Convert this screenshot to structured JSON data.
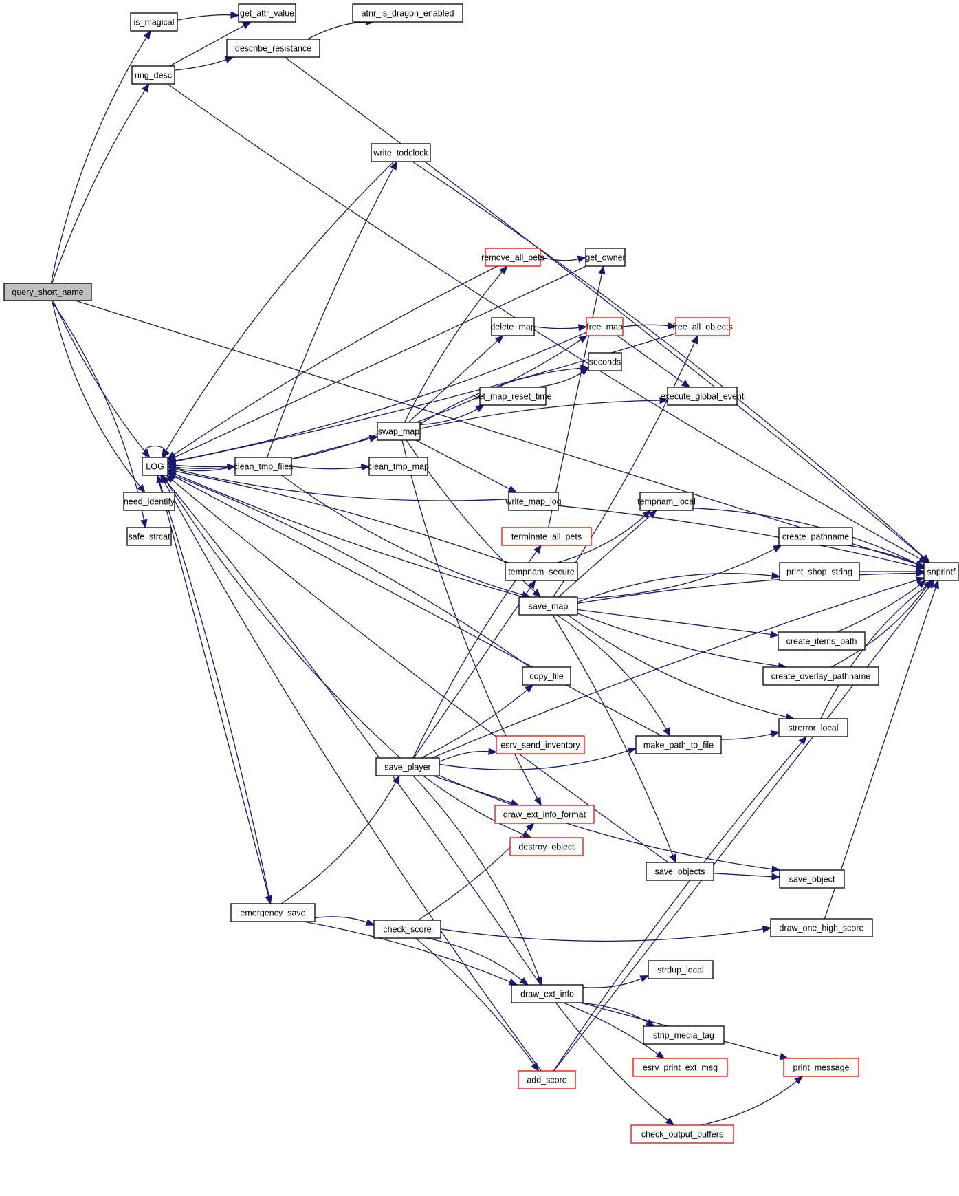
{
  "diagram": {
    "type": "call-graph",
    "root": "query_short_name",
    "colors": {
      "edge": "#191970",
      "node_border": "#000000",
      "incomplete_border": "#ff0000",
      "root_fill": "#bfbfbf"
    },
    "nodes": [
      {
        "id": "query_short_name",
        "label": "query_short_name",
        "style": "root"
      },
      {
        "id": "is_magical",
        "label": "is_magical",
        "style": "normal"
      },
      {
        "id": "get_attr_value",
        "label": "get_attr_value",
        "style": "normal"
      },
      {
        "id": "atnr_is_dragon_enabled",
        "label": "atnr_is_dragon_enabled",
        "style": "normal"
      },
      {
        "id": "ring_desc",
        "label": "ring_desc",
        "style": "normal"
      },
      {
        "id": "describe_resistance",
        "label": "describe_resistance",
        "style": "normal"
      },
      {
        "id": "write_todclock",
        "label": "write_todclock",
        "style": "normal"
      },
      {
        "id": "remove_all_pets",
        "label": "remove_all_pets",
        "style": "red"
      },
      {
        "id": "get_owner",
        "label": "get_owner",
        "style": "normal"
      },
      {
        "id": "delete_map",
        "label": "delete_map",
        "style": "normal"
      },
      {
        "id": "free_map",
        "label": "free_map",
        "style": "red"
      },
      {
        "id": "free_all_objects",
        "label": "free_all_objects",
        "style": "red"
      },
      {
        "id": "seconds",
        "label": "seconds",
        "style": "normal"
      },
      {
        "id": "set_map_reset_time",
        "label": "set_map_reset_time",
        "style": "normal"
      },
      {
        "id": "execute_global_event",
        "label": "execute_global_event",
        "style": "normal"
      },
      {
        "id": "swap_map",
        "label": "swap_map",
        "style": "normal"
      },
      {
        "id": "LOG",
        "label": "LOG",
        "style": "normal"
      },
      {
        "id": "clean_tmp_files",
        "label": "clean_tmp_files",
        "style": "normal"
      },
      {
        "id": "clean_tmp_map",
        "label": "clean_tmp_map",
        "style": "normal"
      },
      {
        "id": "need_identify",
        "label": "need_identify",
        "style": "normal"
      },
      {
        "id": "write_map_log",
        "label": "write_map_log",
        "style": "normal"
      },
      {
        "id": "tempnam_local",
        "label": "tempnam_local",
        "style": "normal"
      },
      {
        "id": "safe_strcat",
        "label": "safe_strcat",
        "style": "normal"
      },
      {
        "id": "terminate_all_pets",
        "label": "terminate_all_pets",
        "style": "red"
      },
      {
        "id": "create_pathname",
        "label": "create_pathname",
        "style": "normal"
      },
      {
        "id": "tempnam_secure",
        "label": "tempnam_secure",
        "style": "normal"
      },
      {
        "id": "print_shop_string",
        "label": "print_shop_string",
        "style": "normal"
      },
      {
        "id": "snprintf",
        "label": "snprintf",
        "style": "normal"
      },
      {
        "id": "save_map",
        "label": "save_map",
        "style": "normal"
      },
      {
        "id": "create_items_path",
        "label": "create_items_path",
        "style": "normal"
      },
      {
        "id": "copy_file",
        "label": "copy_file",
        "style": "normal"
      },
      {
        "id": "create_overlay_pathname",
        "label": "create_overlay_pathname",
        "style": "normal"
      },
      {
        "id": "strerror_local",
        "label": "strerror_local",
        "style": "normal"
      },
      {
        "id": "esrv_send_inventory",
        "label": "esrv_send_inventory",
        "style": "red"
      },
      {
        "id": "make_path_to_file",
        "label": "make_path_to_file",
        "style": "normal"
      },
      {
        "id": "save_player",
        "label": "save_player",
        "style": "normal"
      },
      {
        "id": "draw_ext_info_format",
        "label": "draw_ext_info_format",
        "style": "red"
      },
      {
        "id": "destroy_object",
        "label": "destroy_object",
        "style": "red"
      },
      {
        "id": "save_objects",
        "label": "save_objects",
        "style": "normal"
      },
      {
        "id": "save_object",
        "label": "save_object",
        "style": "normal"
      },
      {
        "id": "emergency_save",
        "label": "emergency_save",
        "style": "normal"
      },
      {
        "id": "check_score",
        "label": "check_score",
        "style": "normal"
      },
      {
        "id": "draw_one_high_score",
        "label": "draw_one_high_score",
        "style": "normal"
      },
      {
        "id": "strdup_local",
        "label": "strdup_local",
        "style": "normal"
      },
      {
        "id": "draw_ext_info",
        "label": "draw_ext_info",
        "style": "normal"
      },
      {
        "id": "strip_media_tag",
        "label": "strip_media_tag",
        "style": "normal"
      },
      {
        "id": "esrv_print_ext_msg",
        "label": "esrv_print_ext_msg",
        "style": "red"
      },
      {
        "id": "print_message",
        "label": "print_message",
        "style": "red"
      },
      {
        "id": "add_score",
        "label": "add_score",
        "style": "red"
      },
      {
        "id": "check_output_buffers",
        "label": "check_output_buffers",
        "style": "red"
      }
    ],
    "edges": [
      [
        "query_short_name",
        "is_magical"
      ],
      [
        "query_short_name",
        "ring_desc"
      ],
      [
        "query_short_name",
        "snprintf"
      ],
      [
        "query_short_name",
        "LOG"
      ],
      [
        "query_short_name",
        "need_identify"
      ],
      [
        "query_short_name",
        "safe_strcat"
      ],
      [
        "is_magical",
        "get_attr_value"
      ],
      [
        "ring_desc",
        "get_attr_value"
      ],
      [
        "ring_desc",
        "describe_resistance"
      ],
      [
        "ring_desc",
        "snprintf"
      ],
      [
        "describe_resistance",
        "atnr_is_dragon_enabled"
      ],
      [
        "describe_resistance",
        "snprintf"
      ],
      [
        "LOG",
        "LOG"
      ],
      [
        "LOG",
        "clean_tmp_files"
      ],
      [
        "write_todclock",
        "LOG"
      ],
      [
        "write_todclock",
        "snprintf"
      ],
      [
        "free_all_objects",
        "LOG"
      ],
      [
        "get_owner",
        "LOG"
      ],
      [
        "remove_all_pets",
        "LOG"
      ],
      [
        "remove_all_pets",
        "get_owner"
      ],
      [
        "free_map",
        "LOG"
      ],
      [
        "free_map",
        "free_all_objects"
      ],
      [
        "free_map",
        "execute_global_event"
      ],
      [
        "delete_map",
        "free_map"
      ],
      [
        "set_map_reset_time",
        "seconds"
      ],
      [
        "swap_map",
        "LOG"
      ],
      [
        "swap_map",
        "remove_all_pets"
      ],
      [
        "swap_map",
        "delete_map"
      ],
      [
        "swap_map",
        "free_map"
      ],
      [
        "swap_map",
        "set_map_reset_time"
      ],
      [
        "swap_map",
        "seconds"
      ],
      [
        "swap_map",
        "execute_global_event"
      ],
      [
        "swap_map",
        "write_map_log"
      ],
      [
        "swap_map",
        "save_map"
      ],
      [
        "swap_map",
        "draw_ext_info_format"
      ],
      [
        "clean_tmp_files",
        "LOG"
      ],
      [
        "clean_tmp_files",
        "write_todclock"
      ],
      [
        "clean_tmp_files",
        "swap_map"
      ],
      [
        "clean_tmp_files",
        "clean_tmp_map"
      ],
      [
        "clean_tmp_files",
        "save_map"
      ],
      [
        "write_map_log",
        "LOG"
      ],
      [
        "write_map_log",
        "snprintf"
      ],
      [
        "terminate_all_pets",
        "get_owner"
      ],
      [
        "tempnam_secure",
        "LOG"
      ],
      [
        "tempnam_secure",
        "tempnam_local"
      ],
      [
        "tempnam_local",
        "snprintf"
      ],
      [
        "create_pathname",
        "snprintf"
      ],
      [
        "print_shop_string",
        "snprintf"
      ],
      [
        "create_items_path",
        "snprintf"
      ],
      [
        "create_overlay_pathname",
        "snprintf"
      ],
      [
        "strerror_local",
        "snprintf"
      ],
      [
        "save_map",
        "LOG"
      ],
      [
        "save_map",
        "tempnam_local"
      ],
      [
        "save_map",
        "free_all_objects"
      ],
      [
        "save_map",
        "create_pathname"
      ],
      [
        "save_map",
        "print_shop_string"
      ],
      [
        "save_map",
        "snprintf"
      ],
      [
        "save_map",
        "create_items_path"
      ],
      [
        "save_map",
        "create_overlay_pathname"
      ],
      [
        "save_map",
        "strerror_local"
      ],
      [
        "save_map",
        "make_path_to_file"
      ],
      [
        "save_map",
        "save_objects"
      ],
      [
        "make_path_to_file",
        "LOG"
      ],
      [
        "make_path_to_file",
        "strerror_local"
      ],
      [
        "copy_file",
        "LOG"
      ],
      [
        "save_player",
        "LOG"
      ],
      [
        "save_player",
        "terminate_all_pets"
      ],
      [
        "save_player",
        "tempnam_secure"
      ],
      [
        "save_player",
        "copy_file"
      ],
      [
        "save_player",
        "make_path_to_file"
      ],
      [
        "save_player",
        "esrv_send_inventory"
      ],
      [
        "save_player",
        "snprintf"
      ],
      [
        "save_player",
        "draw_ext_info_format"
      ],
      [
        "save_player",
        "destroy_object"
      ],
      [
        "save_player",
        "save_object"
      ],
      [
        "save_player",
        "draw_ext_info"
      ],
      [
        "save_objects",
        "LOG"
      ],
      [
        "save_objects",
        "save_object"
      ],
      [
        "emergency_save",
        "LOG"
      ],
      [
        "emergency_save",
        "save_player"
      ],
      [
        "emergency_save",
        "check_score"
      ],
      [
        "emergency_save",
        "draw_ext_info"
      ],
      [
        "LOG",
        "emergency_save"
      ],
      [
        "check_score",
        "draw_ext_info_format"
      ],
      [
        "check_score",
        "draw_one_high_score"
      ],
      [
        "check_score",
        "draw_ext_info"
      ],
      [
        "check_score",
        "add_score"
      ],
      [
        "draw_one_high_score",
        "snprintf"
      ],
      [
        "draw_ext_info",
        "LOG"
      ],
      [
        "draw_ext_info",
        "strdup_local"
      ],
      [
        "draw_ext_info",
        "strip_media_tag"
      ],
      [
        "draw_ext_info",
        "esrv_print_ext_msg"
      ],
      [
        "draw_ext_info",
        "print_message"
      ],
      [
        "draw_ext_info",
        "check_output_buffers"
      ],
      [
        "check_output_buffers",
        "print_message"
      ],
      [
        "add_score",
        "LOG"
      ],
      [
        "add_score",
        "strerror_local"
      ],
      [
        "add_score",
        "snprintf"
      ]
    ]
  }
}
